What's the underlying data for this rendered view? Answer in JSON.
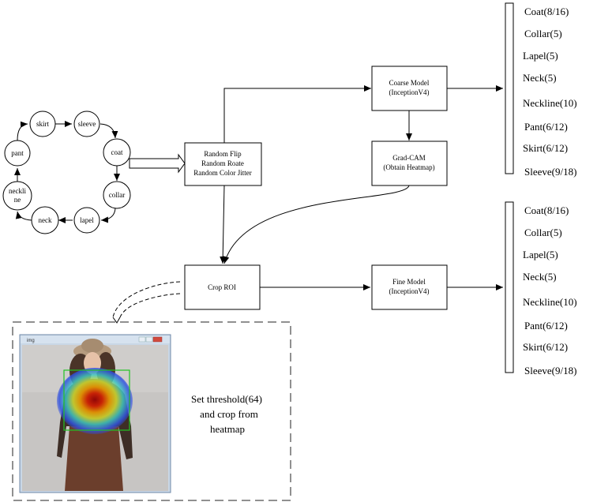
{
  "cycle": {
    "nodes": [
      {
        "id": "skirt",
        "label": "skirt"
      },
      {
        "id": "sleeve",
        "label": "sleeve"
      },
      {
        "id": "coat",
        "label": "coat"
      },
      {
        "id": "collar",
        "label": "collar"
      },
      {
        "id": "lapel",
        "label": "lapel"
      },
      {
        "id": "neck",
        "label": "neck"
      },
      {
        "id": "neckline",
        "label_lines": [
          "neckli",
          "ne"
        ]
      },
      {
        "id": "pant",
        "label": "pant"
      }
    ]
  },
  "augment": {
    "lines": [
      "Random Flip",
      "Random Roate",
      "Random Color Jitter"
    ]
  },
  "coarse_model": {
    "lines": [
      "Coarse Model",
      "(InceptionV4)"
    ]
  },
  "gradcam": {
    "lines": [
      "Grad-CAM",
      "(Obtain Heatmap)"
    ]
  },
  "crop_roi": {
    "label": "Crop ROI"
  },
  "fine_model": {
    "lines": [
      "Fine Model",
      "(InceptionV4)"
    ]
  },
  "outputs_top": [
    "Coat(8/16)",
    "Collar(5)",
    "Lapel(5)",
    "Neck(5)",
    "Neckline(10)",
    "Pant(6/12)",
    "Skirt(6/12)",
    "Sleeve(9/18)"
  ],
  "outputs_bottom": [
    "Coat(8/16)",
    "Collar(5)",
    "Lapel(5)",
    "Neck(5)",
    "Neckline(10)",
    "Pant(6/12)",
    "Skirt(6/12)",
    "Sleeve(9/18)"
  ],
  "detail": {
    "window_title": "img",
    "caption_lines": [
      "Set threshold(64)",
      "and crop from",
      "heatmap"
    ]
  }
}
